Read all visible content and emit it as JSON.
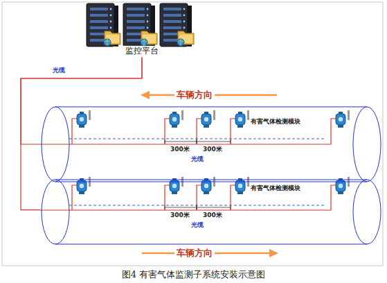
{
  "diagram": {
    "caption": "图4 有害气体监测子系统安装示意图",
    "nodes": [
      {
        "text": [
          "监控平台"
        ]
      },
      {
        "text": [
          "车辆方向"
        ]
      },
      {
        "text": [
          "车辆方向"
        ]
      }
    ],
    "edges": [
      {
        "from": 0,
        "to": 1,
        "arrow": "none",
        "label": "光缆"
      },
      {
        "from": 0,
        "to": 2,
        "arrow": "none"
      }
    ],
    "labels": [
      "300米",
      "300米",
      "有害气体检测模块",
      "光缆",
      "300米",
      "300米",
      "有害气体检测模块",
      "光缆"
    ]
  }
}
